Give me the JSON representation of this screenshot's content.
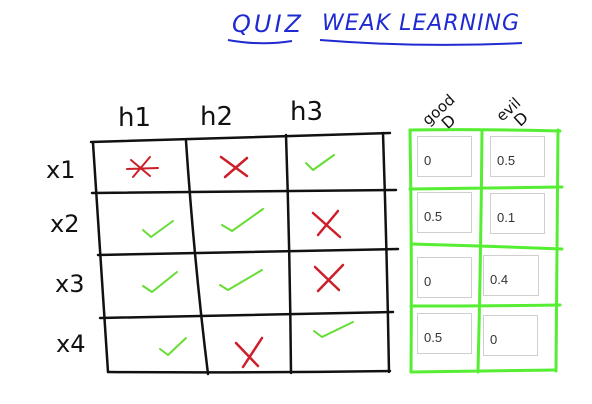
{
  "title": {
    "quiz": "QUIZ",
    "topic": "WEAK LEARNING"
  },
  "hypotheses": [
    "h1",
    "h2",
    "h3"
  ],
  "examples": [
    "x1",
    "x2",
    "x3",
    "x4"
  ],
  "grid": [
    [
      "wrong",
      "wrong",
      "correct"
    ],
    [
      "correct",
      "correct",
      "wrong"
    ],
    [
      "correct",
      "correct",
      "wrong"
    ],
    [
      "correct",
      "wrong",
      "correct"
    ]
  ],
  "distribution_headers": {
    "good": "good",
    "evil": "evil",
    "good_symbol": "D",
    "evil_symbol": "D"
  },
  "answers": {
    "good": [
      "0",
      "0.5",
      "0",
      "0.5"
    ],
    "evil": [
      "0.5",
      "0.1",
      "0.4",
      "0"
    ]
  },
  "colors": {
    "title_ink": "#1f2bd0",
    "ink": "#111111",
    "correct": "#66dd33",
    "wrong": "#cc1f2a",
    "answer_border": "#55ee33"
  },
  "icons": {
    "correct": "check-mark-icon",
    "wrong": "cross-mark-icon"
  }
}
